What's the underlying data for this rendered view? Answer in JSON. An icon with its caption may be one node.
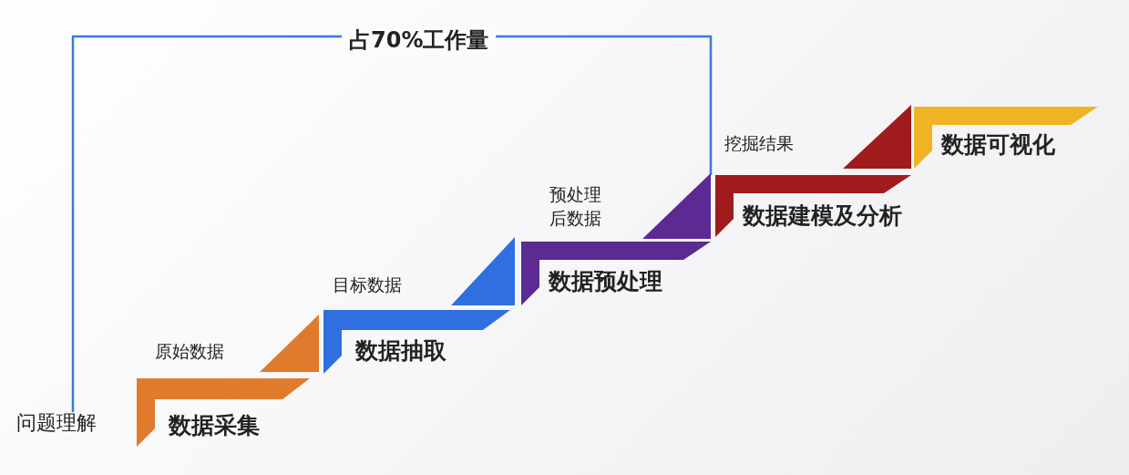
{
  "diagram": {
    "nodes": [
      {
        "text": [
          "问题理解"
        ]
      },
      {
        "text": [
          "数据采集"
        ]
      },
      {
        "text": [
          "数据抽取"
        ]
      },
      {
        "text": [
          "数据预处理"
        ]
      },
      {
        "text": [
          "数据建模及分析"
        ]
      },
      {
        "text": [
          "数据可视化"
        ]
      }
    ],
    "edges": [],
    "labels": [
      "占70%工作量",
      "原始数据",
      "目标数据",
      "预处理后数据",
      "挖掘结果"
    ]
  }
}
